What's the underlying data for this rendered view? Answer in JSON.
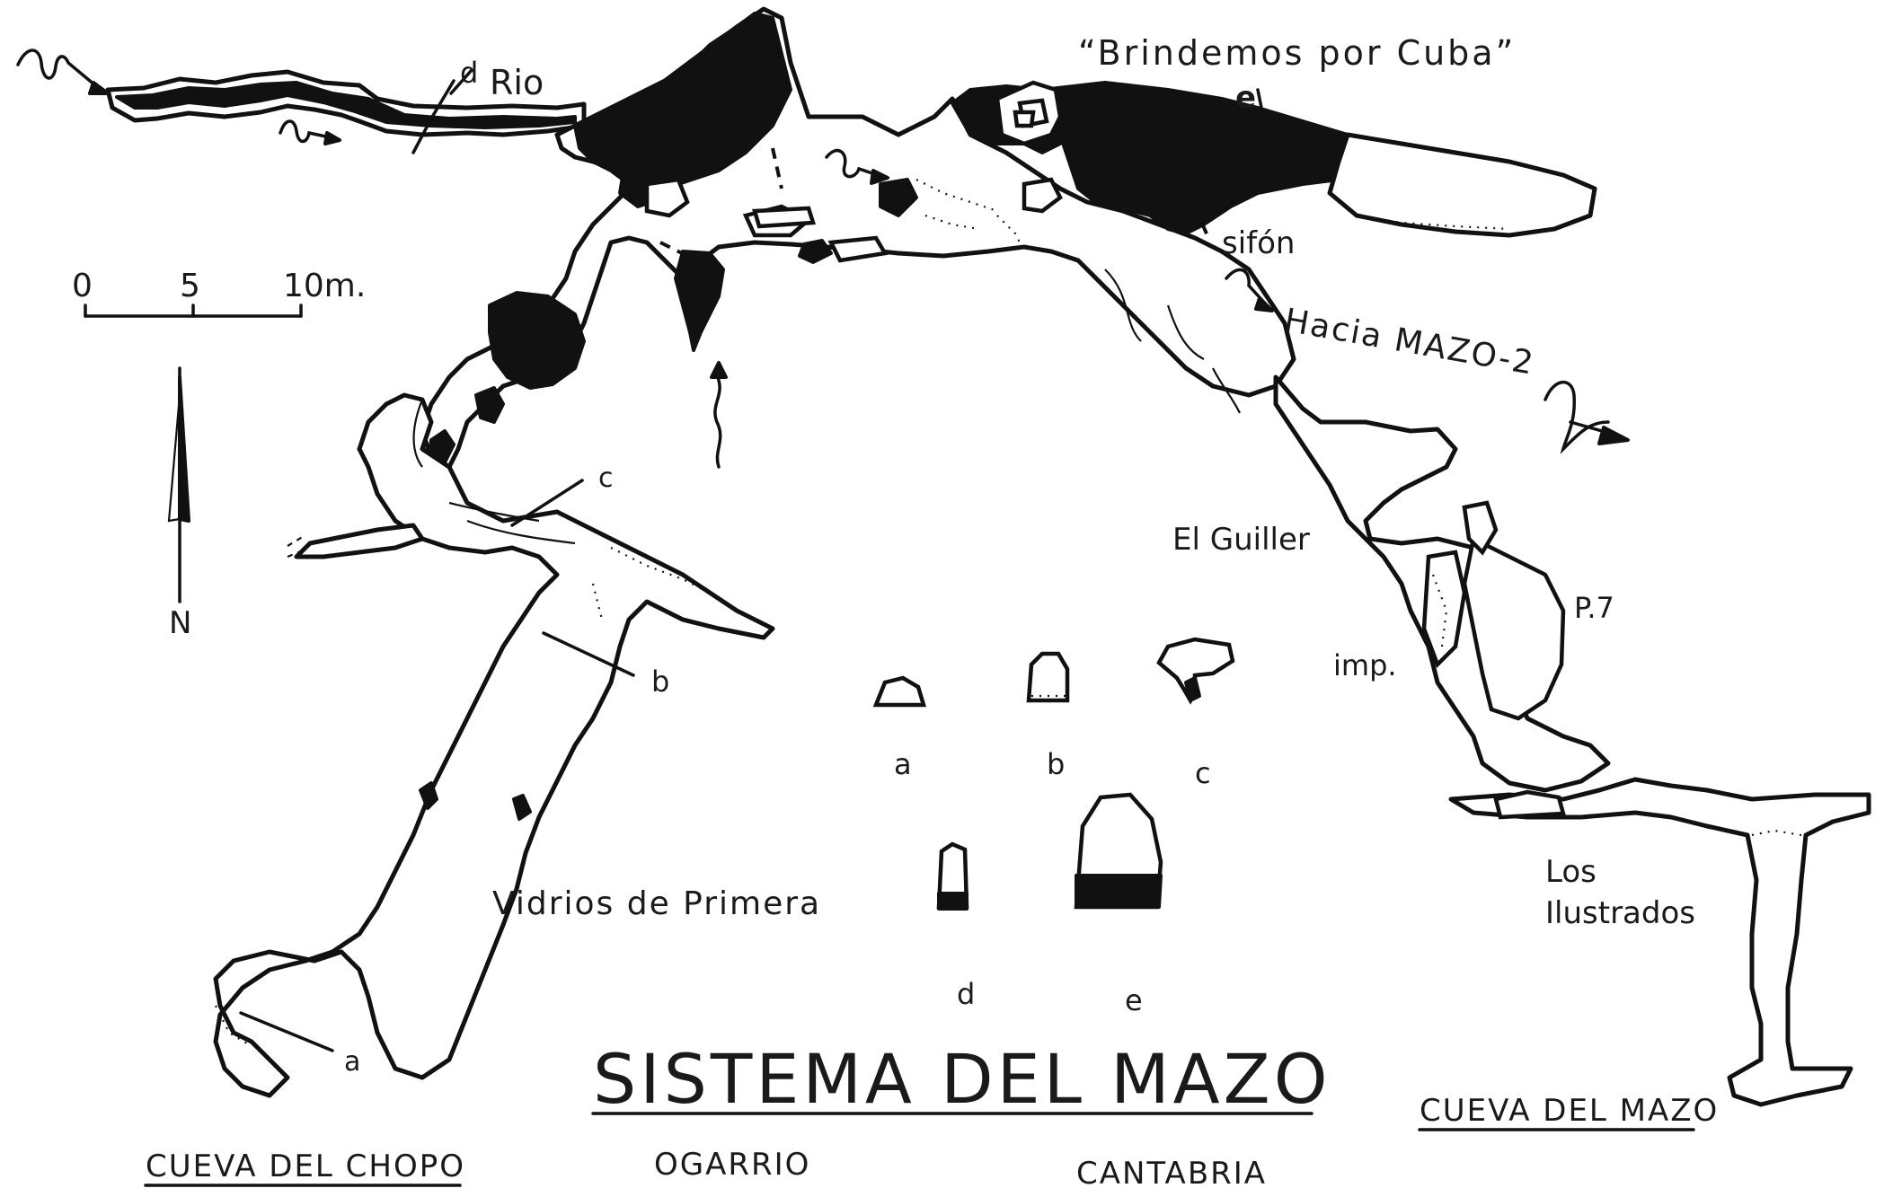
{
  "map": {
    "title": "SISTEMA DEL MAZO",
    "locality": "OGARRIO",
    "region": "CANTABRIA",
    "caves": {
      "west": "CUEVA DEL CHOPO",
      "east": "CUEVA DEL MAZO"
    },
    "scale_bar": {
      "ticks": [
        "0",
        "5",
        "10m."
      ]
    },
    "north_arrow": {
      "label": "N"
    },
    "place_labels": {
      "rio": "Rio",
      "brindemos": "“Brindemos por Cuba”",
      "sifon": "sifón",
      "hacia_mazo2": "Hacia MAZO-2",
      "el_guiller": "El Guiller",
      "p7": "P.7",
      "imp": "imp.",
      "vidrios": "Vidrios de Primera",
      "los": "Los",
      "ilustrados": "Ilustrados"
    },
    "section_markers": [
      "a",
      "b",
      "c",
      "d",
      "e"
    ],
    "cross_section_labels": [
      "a",
      "b",
      "c",
      "d",
      "e"
    ],
    "colors": {
      "ink": "#111111",
      "paper": "#ffffff"
    }
  }
}
